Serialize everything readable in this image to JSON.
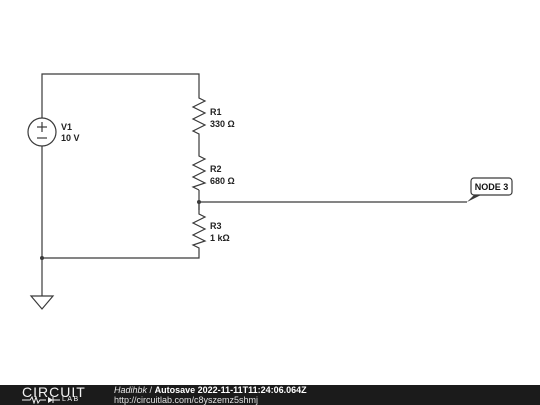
{
  "components": {
    "v1": {
      "name": "V1",
      "value": "10 V"
    },
    "r1": {
      "name": "R1",
      "value": "330 Ω"
    },
    "r2": {
      "name": "R2",
      "value": "680 Ω"
    },
    "r3": {
      "name": "R3",
      "value": "1 kΩ"
    },
    "node": {
      "label": "NODE 3"
    }
  },
  "footer": {
    "logo_top": "CIRCUIT",
    "logo_bottom": "LAB",
    "author": "Hadihbk",
    "separator": "/",
    "title": "Autosave 2022-11-11T11:24:06.064Z",
    "url": "http://circuitlab.com/c8yszemz5shmj"
  },
  "colors": {
    "wire": "#3a3a3a",
    "footer_bg": "#1b1b1b",
    "background": "#ffffff"
  }
}
